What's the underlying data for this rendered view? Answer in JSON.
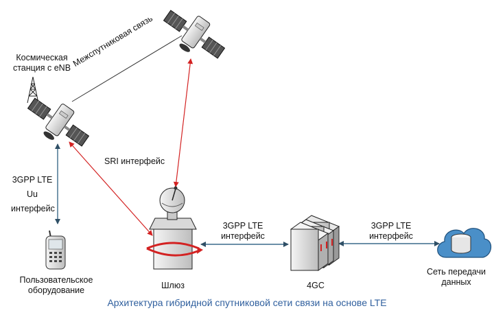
{
  "labels": {
    "space_station_line1": "Космическая",
    "space_station_line2": "станция с eNB",
    "intersat_link": "Межспутниковая связь",
    "sri_interface": "SRI интерфейс",
    "uu_line1": "3GPP LTE",
    "uu_line2": "Uu",
    "uu_line3": "интерфейс",
    "user_equipment_line1": "Пользовательское",
    "user_equipment_line2": "оборудование",
    "gateway": "Шлюз",
    "gw_core_line1": "3GPP LTE",
    "gw_core_line2": "интерфейс",
    "core": "4GC",
    "core_net_line1": "3GPP LTE",
    "core_net_line2": "интерфейс",
    "data_network_line1": "Сеть передачи",
    "data_network_line2": "данных"
  },
  "caption": "Архитектура гибридной спутниковой сети связи на основе LTE",
  "colors": {
    "red_link": "#d32222",
    "blue_link": "#3a6a8a",
    "caption": "#2f5f9e",
    "cloud": "#4a8fc8"
  }
}
